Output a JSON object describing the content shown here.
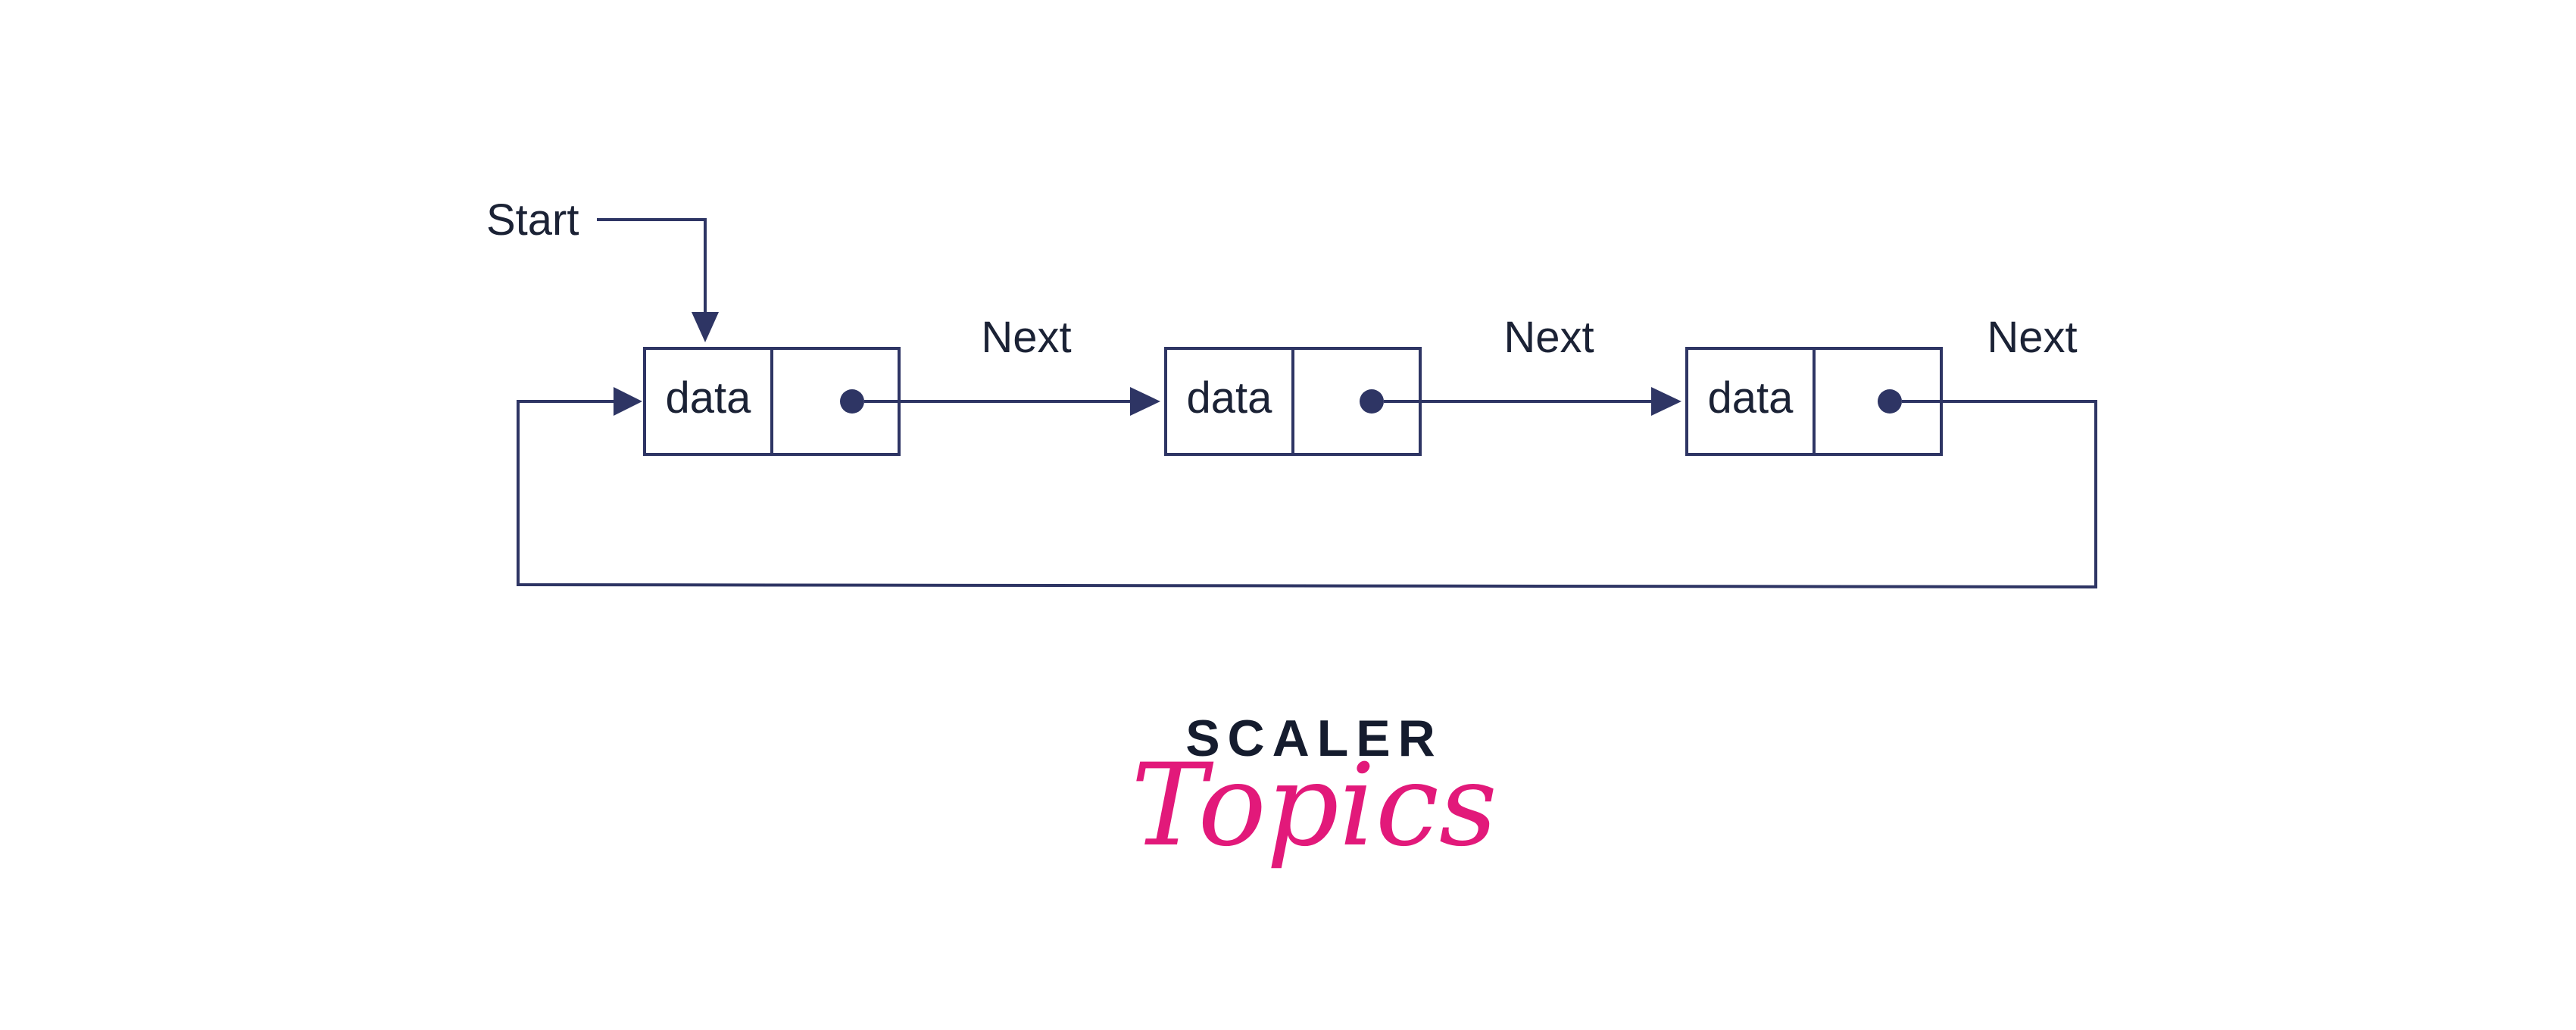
{
  "diagram": {
    "start_label": "Start",
    "nodes": [
      {
        "data_label": "data",
        "next_label": "Next"
      },
      {
        "data_label": "data",
        "next_label": "Next"
      },
      {
        "data_label": "data",
        "next_label": "Next"
      }
    ]
  },
  "logo": {
    "line1": "SCALER",
    "line2": "Topics"
  },
  "colors": {
    "line": "#2e3564",
    "text": "#1b2235",
    "logo_dark": "#151c2e",
    "logo_accent": "#e2197a",
    "background": "#ffffff"
  }
}
